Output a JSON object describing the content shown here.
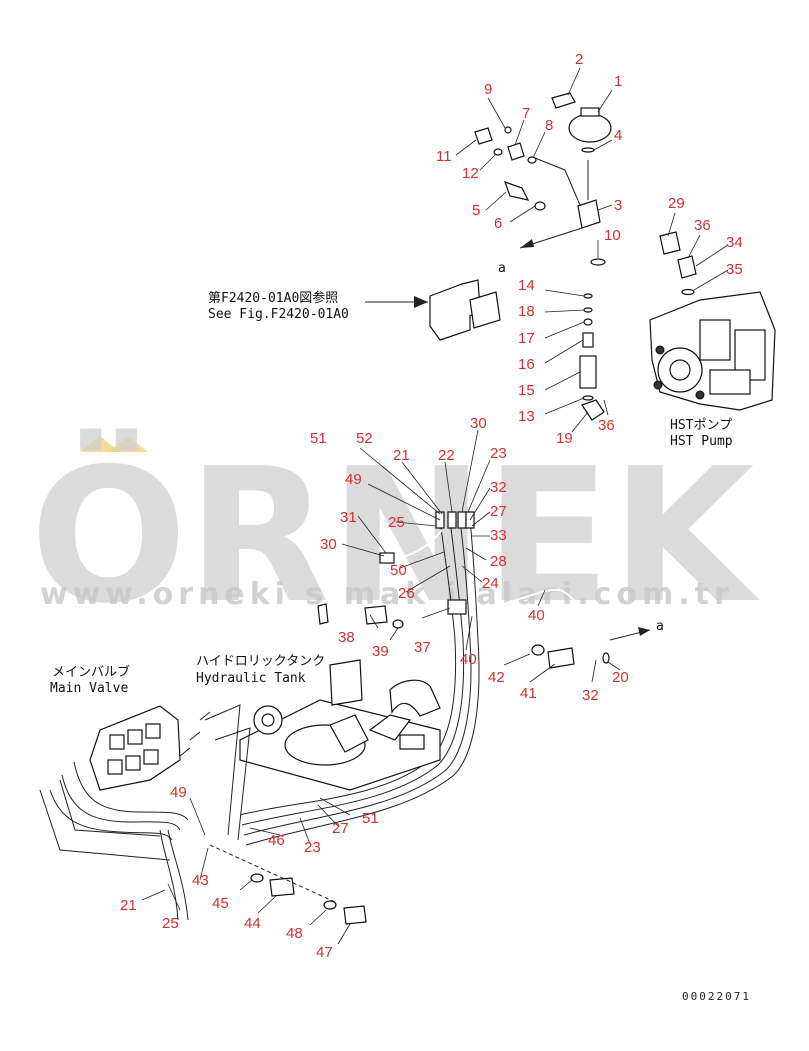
{
  "watermark": {
    "text": "ÖRNEK",
    "url": "www.orneki s mak i alari.com.tr"
  },
  "labels": {
    "ref_jp": "第F2420-01A0図参照",
    "ref_en": "See Fig.F2420-01A0",
    "hst_jp": "HSTポンプ",
    "hst_en": "HST Pump",
    "hyd_jp": "ハイドロリックタンク",
    "hyd_en": "Hydraulic Tank",
    "main_jp": "メインバルブ",
    "main_en": "Main Valve",
    "arrow_a1": "a",
    "arrow_a2": "a",
    "drawing_no": "00022071"
  },
  "part_numbers": [
    "1",
    "2",
    "3",
    "4",
    "5",
    "6",
    "7",
    "8",
    "9",
    "10",
    "11",
    "12",
    "13",
    "14",
    "15",
    "16",
    "17",
    "18",
    "19",
    "20",
    "21",
    "21",
    "22",
    "23",
    "23",
    "24",
    "25",
    "25",
    "26",
    "27",
    "27",
    "28",
    "29",
    "30",
    "30",
    "31",
    "32",
    "32",
    "33",
    "34",
    "35",
    "36",
    "36",
    "37",
    "38",
    "39",
    "40",
    "40",
    "41",
    "42",
    "43",
    "44",
    "45",
    "46",
    "47",
    "48",
    "49",
    "49",
    "50",
    "51",
    "51",
    "52"
  ]
}
